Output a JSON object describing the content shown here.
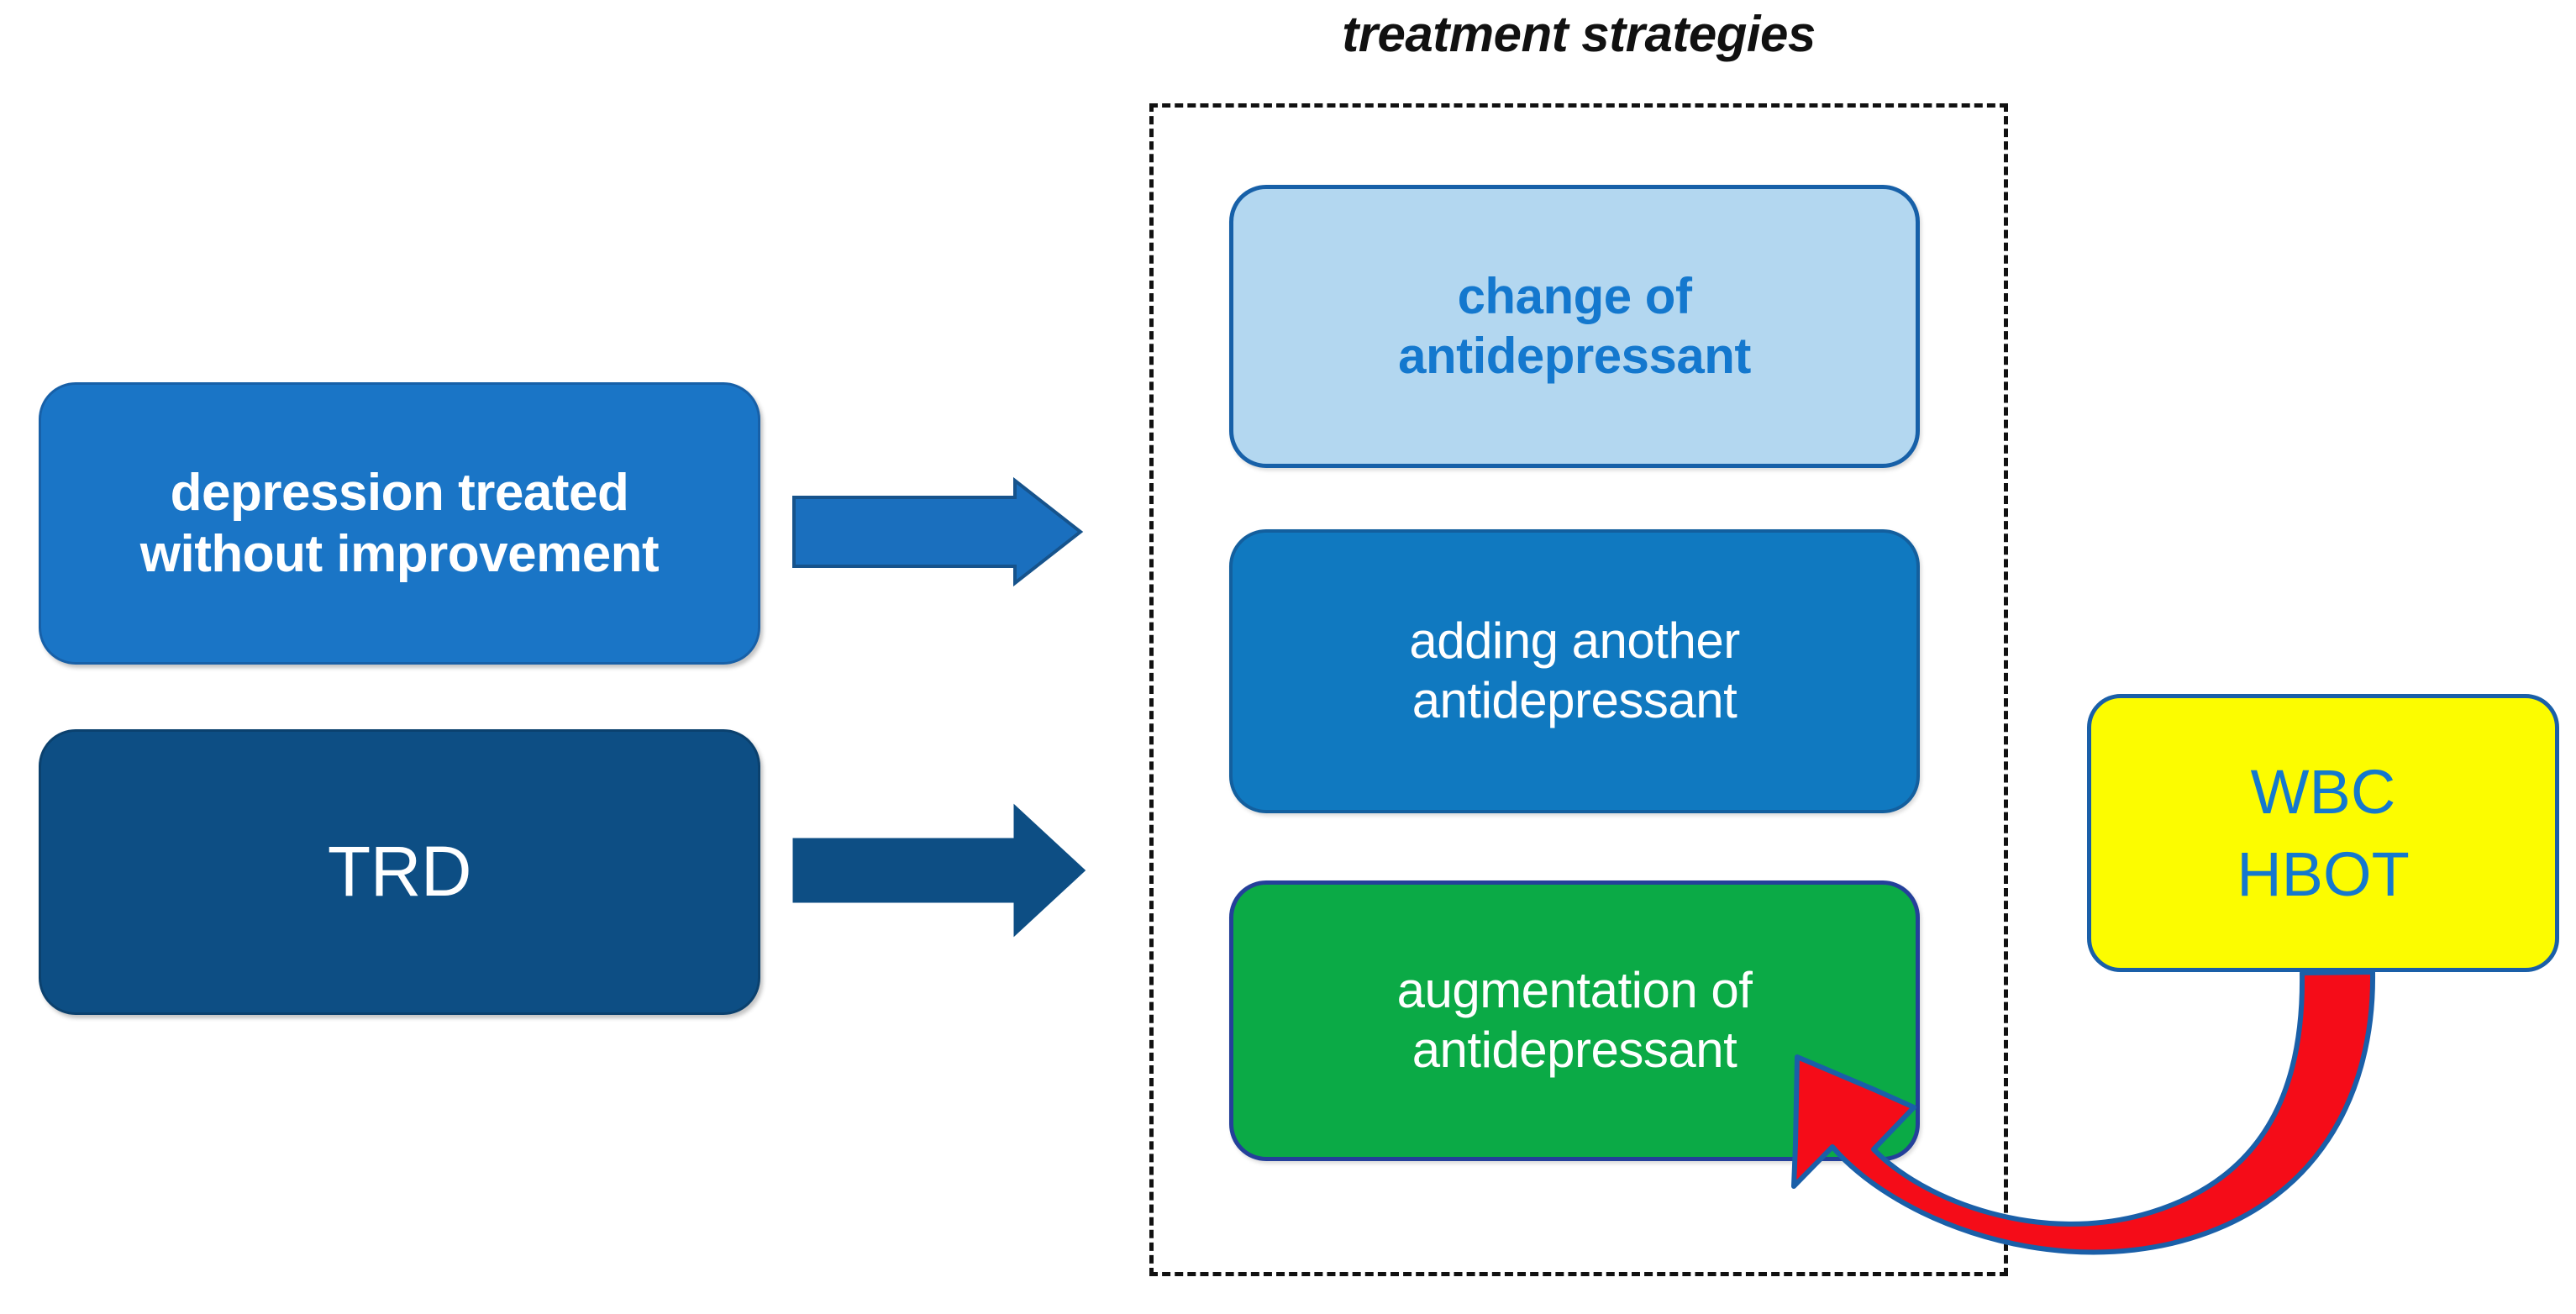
{
  "diagram": {
    "title": "treatment strategies",
    "left_column": [
      {
        "id": "depression",
        "label": "depression treated\nwithout improvement",
        "fill": "#1a75C6",
        "text_color": "#ffffff"
      },
      {
        "id": "trd",
        "label": "TRD",
        "fill": "#0d4E84",
        "text_color": "#ffffff"
      }
    ],
    "strategies": [
      {
        "id": "change",
        "label": "change of\nantidepressant",
        "fill": "#B3D7F0",
        "text_color": "#1478CE",
        "border": "#1760a8"
      },
      {
        "id": "adding",
        "label": "adding another\nantidepressant",
        "fill": "#1079C0",
        "text_color": "#ffffff",
        "border": "#135f9e"
      },
      {
        "id": "augment",
        "label": "augmentation of\nantidepressant",
        "fill": "#0BAA46",
        "text_color": "#ffffff",
        "border": "#24409A"
      }
    ],
    "intervention": {
      "id": "wbc-hbot",
      "label": "WBC\nHBOT",
      "fill": "#FCFC00",
      "text_color": "#1478CE",
      "border": "#1A5FA8"
    },
    "arrows": [
      {
        "id": "arrow-depression-to-strategies",
        "kind": "block-arrow-right",
        "color": "#1A6FBE",
        "from": "depression",
        "to": "treatment-strategies"
      },
      {
        "id": "arrow-trd-to-strategies",
        "kind": "block-arrow-right",
        "color": "#0D4E84",
        "from": "trd",
        "to": "treatment-strategies"
      },
      {
        "id": "arrow-wbc-to-augmentation",
        "kind": "curved-arrow",
        "color": "#F50C18",
        "outline": "#1A5FA8",
        "from": "wbc-hbot",
        "to": "augment"
      }
    ],
    "group_border": {
      "style": "dashed",
      "color": "#111111"
    },
    "background": "#ffffff"
  }
}
